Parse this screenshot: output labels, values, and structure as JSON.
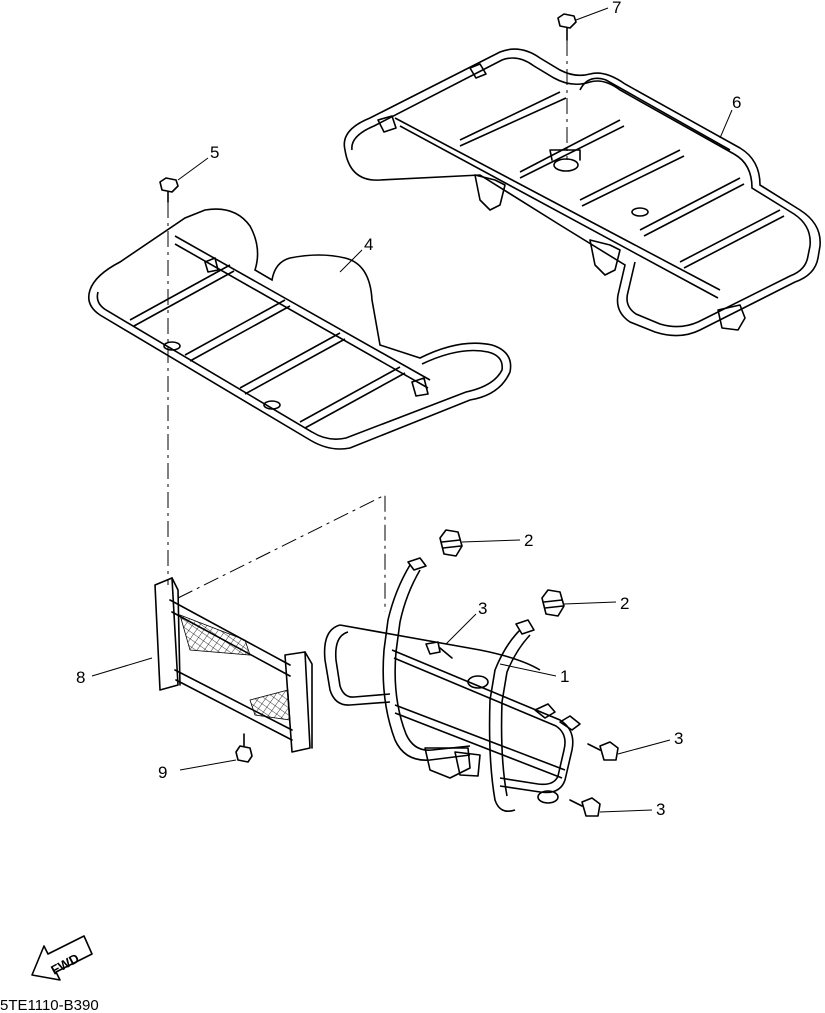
{
  "callouts": {
    "c1": "1",
    "c2a": "2",
    "c2b": "2",
    "c3a": "3",
    "c3b": "3",
    "c3c": "3",
    "c4": "4",
    "c5": "5",
    "c6": "6",
    "c7": "7",
    "c8": "8",
    "c9": "9"
  },
  "fwd_label": "FWD",
  "diagram_code": "5TE1110-B390"
}
